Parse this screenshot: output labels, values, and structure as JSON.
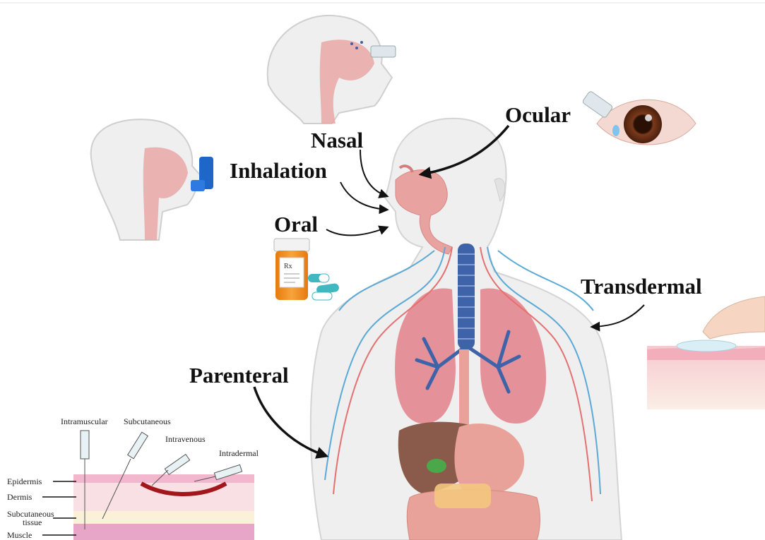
{
  "routes": {
    "nasal": "Nasal",
    "ocular": "Ocular",
    "inhalation": "Inhalation",
    "oral": "Oral",
    "transdermal": "Transdermal",
    "parenteral": "Parenteral"
  },
  "injection_types": {
    "intramuscular": "Intramuscular",
    "subcutaneous": "Subcutaneous",
    "intravenous": "Intravenous",
    "intradermal": "Intradermal"
  },
  "skin_layers": {
    "epidermis": "Epidermis",
    "dermis": "Dermis",
    "subcutaneous_line1": "Subcutaneous",
    "subcutaneous_line2": "tissue",
    "muscle": "Muscle"
  },
  "pill_bottle_label": "Rx",
  "colors": {
    "skin_outline": "#d9d9d9",
    "body_fill": "#efefef",
    "airway": "#e8a2a0",
    "trachea": "#3e63a8",
    "lung": "#e3808a",
    "vein": "#5aa9d6",
    "artery": "#e47070",
    "liver": "#8a5a4a",
    "stomach": "#e9a29a",
    "pill_orange": "#f08a1c",
    "capsule_teal": "#3fb8c0",
    "iris": "#6b2e16"
  }
}
